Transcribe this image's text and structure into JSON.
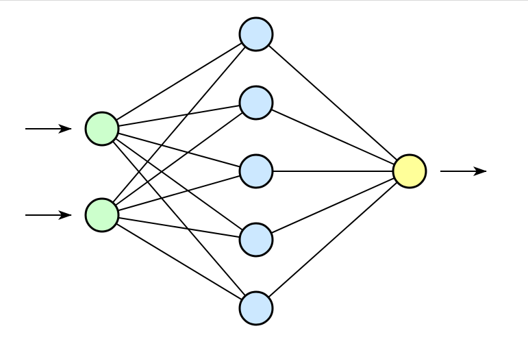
{
  "diagram": {
    "type": "feedforward-neural-network",
    "layers": [
      {
        "name": "input",
        "nodes": 2,
        "fill": "#ccffcc"
      },
      {
        "name": "hidden",
        "nodes": 5,
        "fill": "#cce8ff"
      },
      {
        "name": "output",
        "nodes": 1,
        "fill": "#ffff99"
      }
    ],
    "stroke_color": "#000000",
    "connectivity": "fully-connected",
    "input_arrows": 2,
    "output_arrows": 1
  }
}
